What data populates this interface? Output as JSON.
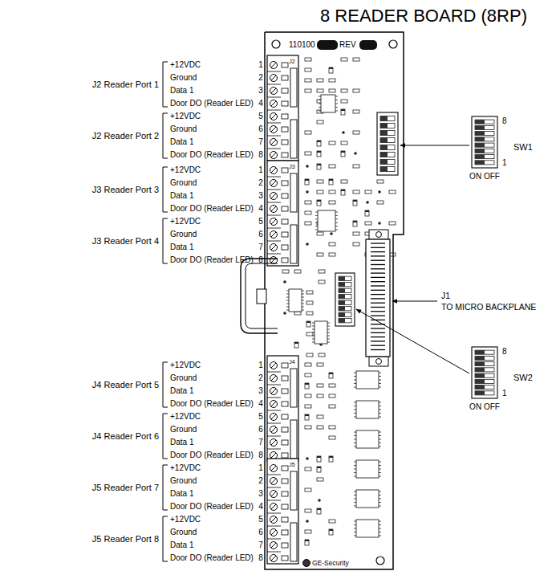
{
  "diagram": {
    "title": "8 READER BOARD (8RP)",
    "labels": [
      "110100",
      "REV",
      "J2",
      "J2 Reader Port 1",
      "+12VDC",
      "Ground",
      "Data 1",
      "Door DO (Reader LED)",
      "1",
      "2",
      "3",
      "4",
      "J2 Reader Port 2",
      "+12VDC",
      "Ground",
      "Data 1",
      "Door DO (Reader LED)",
      "5",
      "6",
      "7",
      "8",
      "8",
      "SW1",
      "1",
      "ON OFF",
      "J3",
      "J3 Reader Port 3",
      "+12VDC",
      "Ground",
      "Data 1",
      "Door DO (Reader LED)",
      "1",
      "2",
      "3",
      "4",
      "J3 Reader Port 4",
      "+12VDC",
      "Ground",
      "Data 1",
      "Door DO (Reader LED)",
      "5",
      "6",
      "7",
      "8",
      "J1",
      "TO MICRO BACKPLANE",
      "8",
      "SW2",
      "1",
      "ON OFF",
      "J4",
      "J4 Reader Port 5",
      "+12VDC",
      "Ground",
      "Data 1",
      "Door DO (Reader LED)",
      "1",
      "2",
      "3",
      "4",
      "J4 Reader Port 6",
      "+12VDC",
      "Ground",
      "Data 1",
      "Door DO (Reader LED)",
      "5",
      "6",
      "7",
      "8",
      "J5",
      "J5 Reader Port 7",
      "+12VDC",
      "Ground",
      "Data 1",
      "Door DO (Reader LED)",
      "1",
      "2",
      "3",
      "4",
      "J5 Reader Port 8",
      "+12VDC",
      "Ground",
      "Data 1",
      "Door DO (Reader LED)",
      "5",
      "6",
      "7",
      "8",
      "GE-Security"
    ]
  }
}
